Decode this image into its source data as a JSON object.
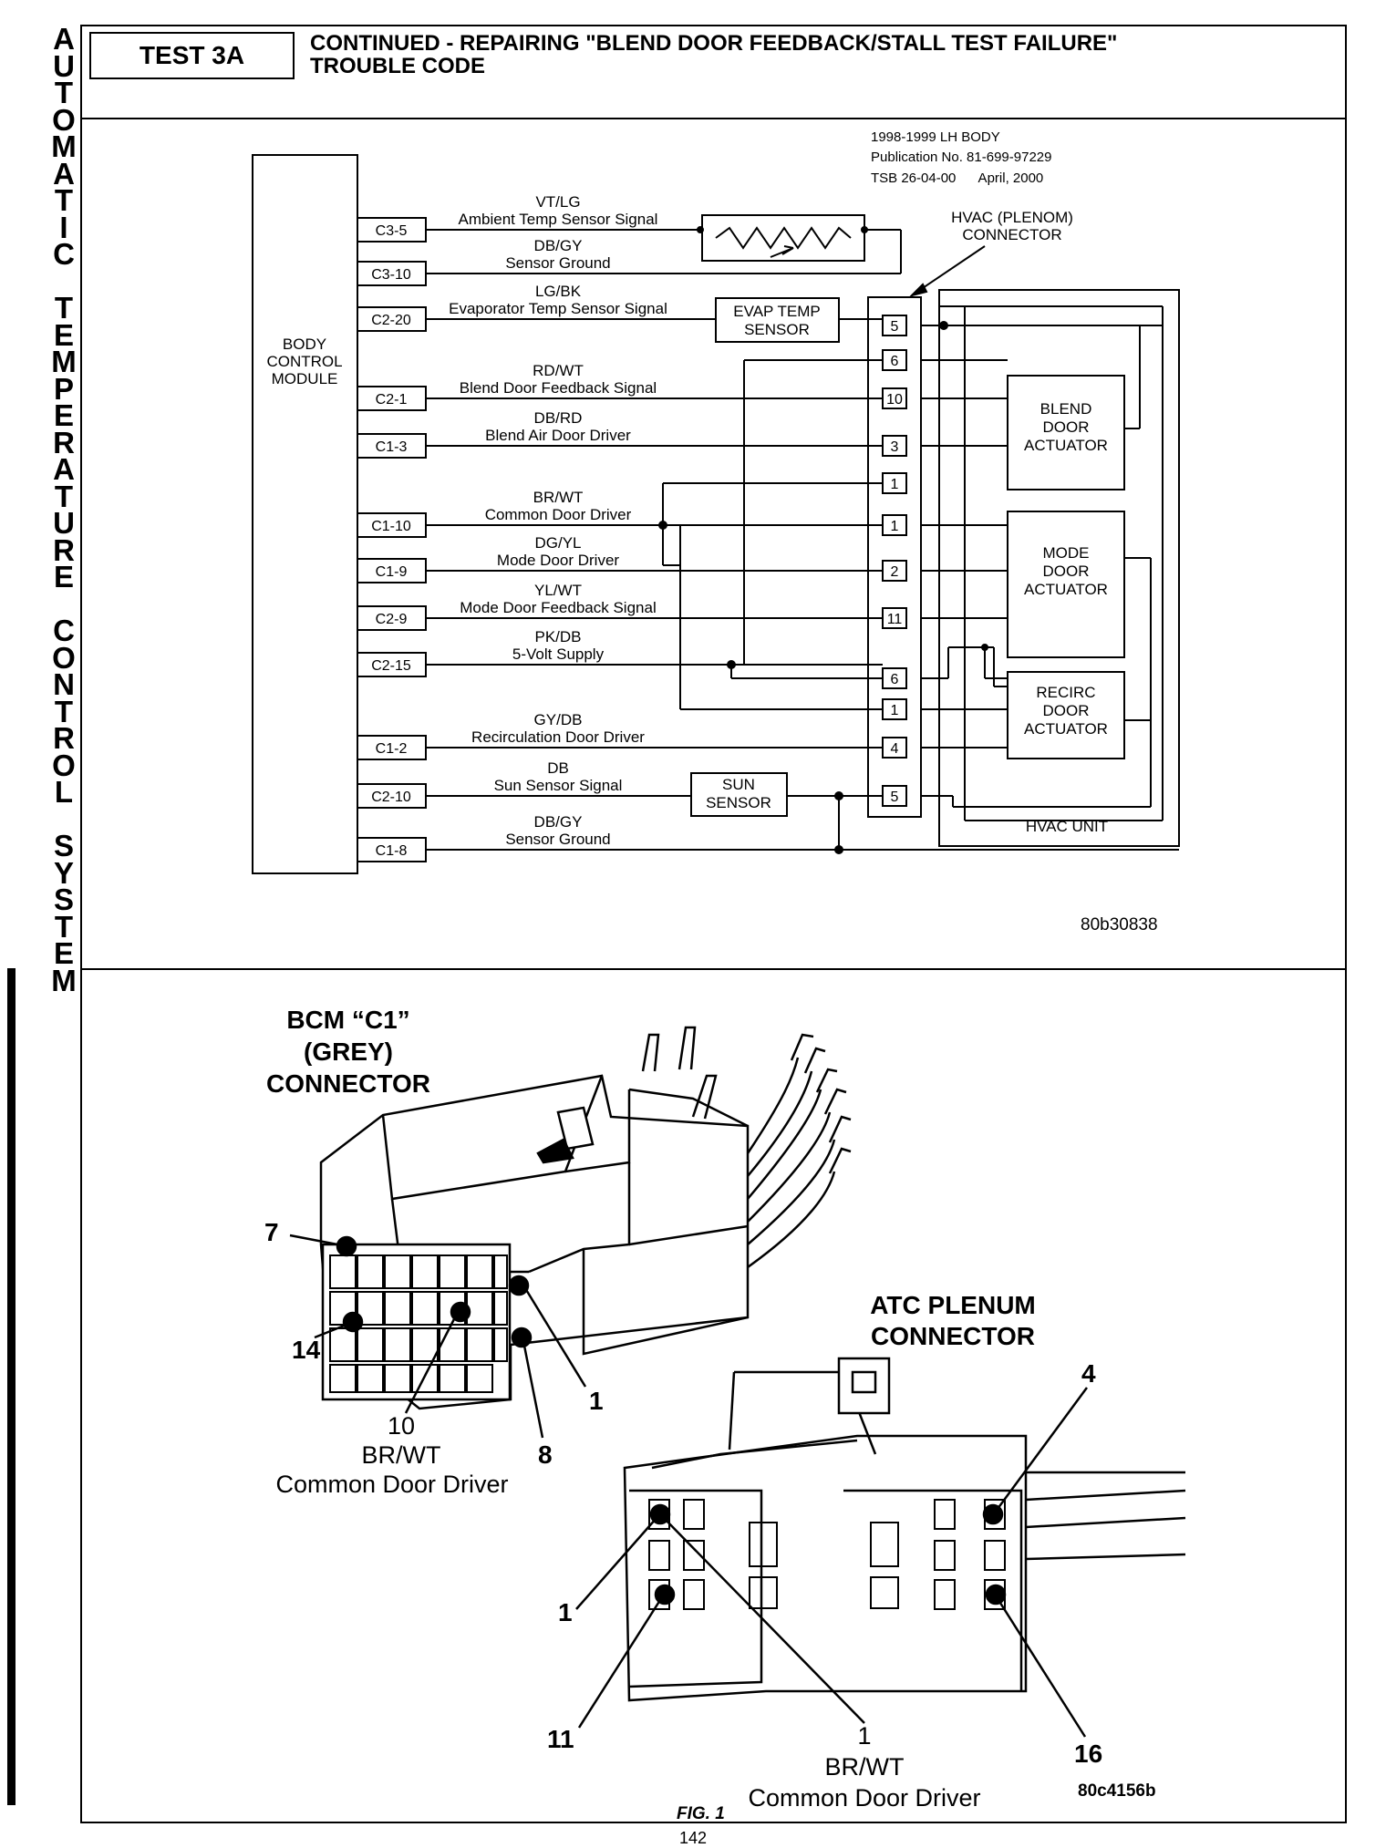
{
  "side_title": [
    "A",
    "U",
    "T",
    "O",
    "M",
    "A",
    "T",
    "I",
    "C",
    "",
    "T",
    "E",
    "M",
    "P",
    "E",
    "R",
    "A",
    "T",
    "U",
    "R",
    "E",
    "",
    "C",
    "O",
    "N",
    "T",
    "R",
    "O",
    "L",
    "",
    "S",
    "Y",
    "S",
    "T",
    "E",
    "M"
  ],
  "header": {
    "test_label": "TEST 3A",
    "title_line1": "CONTINUED - REPAIRING \"BLEND DOOR FEEDBACK/STALL TEST FAILURE\"",
    "title_line2": "TROUBLE CODE"
  },
  "schematic": {
    "pub_line1": "1998-1999 LH BODY",
    "pub_line2": "Publication No. 81-699-97229",
    "pub_line3": "TSB 26-04-00      April, 2000",
    "bcm_label": [
      "BODY",
      "CONTROL",
      "MODULE"
    ],
    "hvac_connector_label": [
      "HVAC (PLENOM)",
      "CONNECTOR"
    ],
    "hvac_unit_label": "HVAC UNIT",
    "figure_id": "80b30838",
    "circuits": [
      {
        "pin": "C3-5",
        "color": "VT/LG",
        "signal": "Ambient Temp Sensor Signal"
      },
      {
        "pin": "C3-10",
        "color": "DB/GY",
        "signal": "Sensor Ground"
      },
      {
        "pin": "C2-20",
        "color": "LG/BK",
        "signal": "Evaporator Temp Sensor Signal"
      },
      {
        "pin": "C2-1",
        "color": "RD/WT",
        "signal": "Blend Door Feedback Signal"
      },
      {
        "pin": "C1-3",
        "color": "DB/RD",
        "signal": "Blend Air Door Driver"
      },
      {
        "pin": "C1-10",
        "color": "BR/WT",
        "signal": "Common Door Driver"
      },
      {
        "pin": "C1-9",
        "color": "DG/YL",
        "signal": "Mode Door Driver"
      },
      {
        "pin": "C2-9",
        "color": "YL/WT",
        "signal": "Mode Door Feedback Signal"
      },
      {
        "pin": "C2-15",
        "color": "PK/DB",
        "signal": "5-Volt Supply"
      },
      {
        "pin": "C1-2",
        "color": "GY/DB",
        "signal": "Recirculation Door Driver"
      },
      {
        "pin": "C2-10",
        "color": "DB",
        "signal": "Sun Sensor Signal"
      },
      {
        "pin": "C1-8",
        "color": "DB/GY",
        "signal": "Sensor Ground"
      }
    ],
    "connector_pins": [
      "5",
      "6",
      "10",
      "3",
      "1",
      "1",
      "2",
      "11",
      "6",
      "1",
      "4",
      "5"
    ],
    "components": {
      "evap": [
        "EVAP TEMP",
        "SENSOR"
      ],
      "sun": [
        "SUN",
        "SENSOR"
      ],
      "blend": [
        "BLEND",
        "DOOR",
        "ACTUATOR"
      ],
      "mode": [
        "MODE",
        "DOOR",
        "ACTUATOR"
      ],
      "recirc": [
        "RECIRC",
        "DOOR",
        "ACTUATOR"
      ]
    }
  },
  "connectors": {
    "bcm_title": [
      "BCM “C1”",
      "(GREY)",
      "CONNECTOR"
    ],
    "bcm_pins": {
      "p7": "7",
      "p14": "14",
      "p1": "1",
      "p8": "8"
    },
    "bcm_callout": [
      "10",
      "BR/WT",
      "Common Door Driver"
    ],
    "atc_title": [
      "ATC PLENUM",
      "CONNECTOR"
    ],
    "atc_pins": {
      "p4": "4",
      "p1": "1",
      "p11": "11",
      "p16": "16"
    },
    "atc_callout": [
      "1",
      "BR/WT",
      "Common Door Driver"
    ],
    "figure_id": "80c4156b",
    "fig_label": "FIG. 1"
  },
  "page_number": "142"
}
